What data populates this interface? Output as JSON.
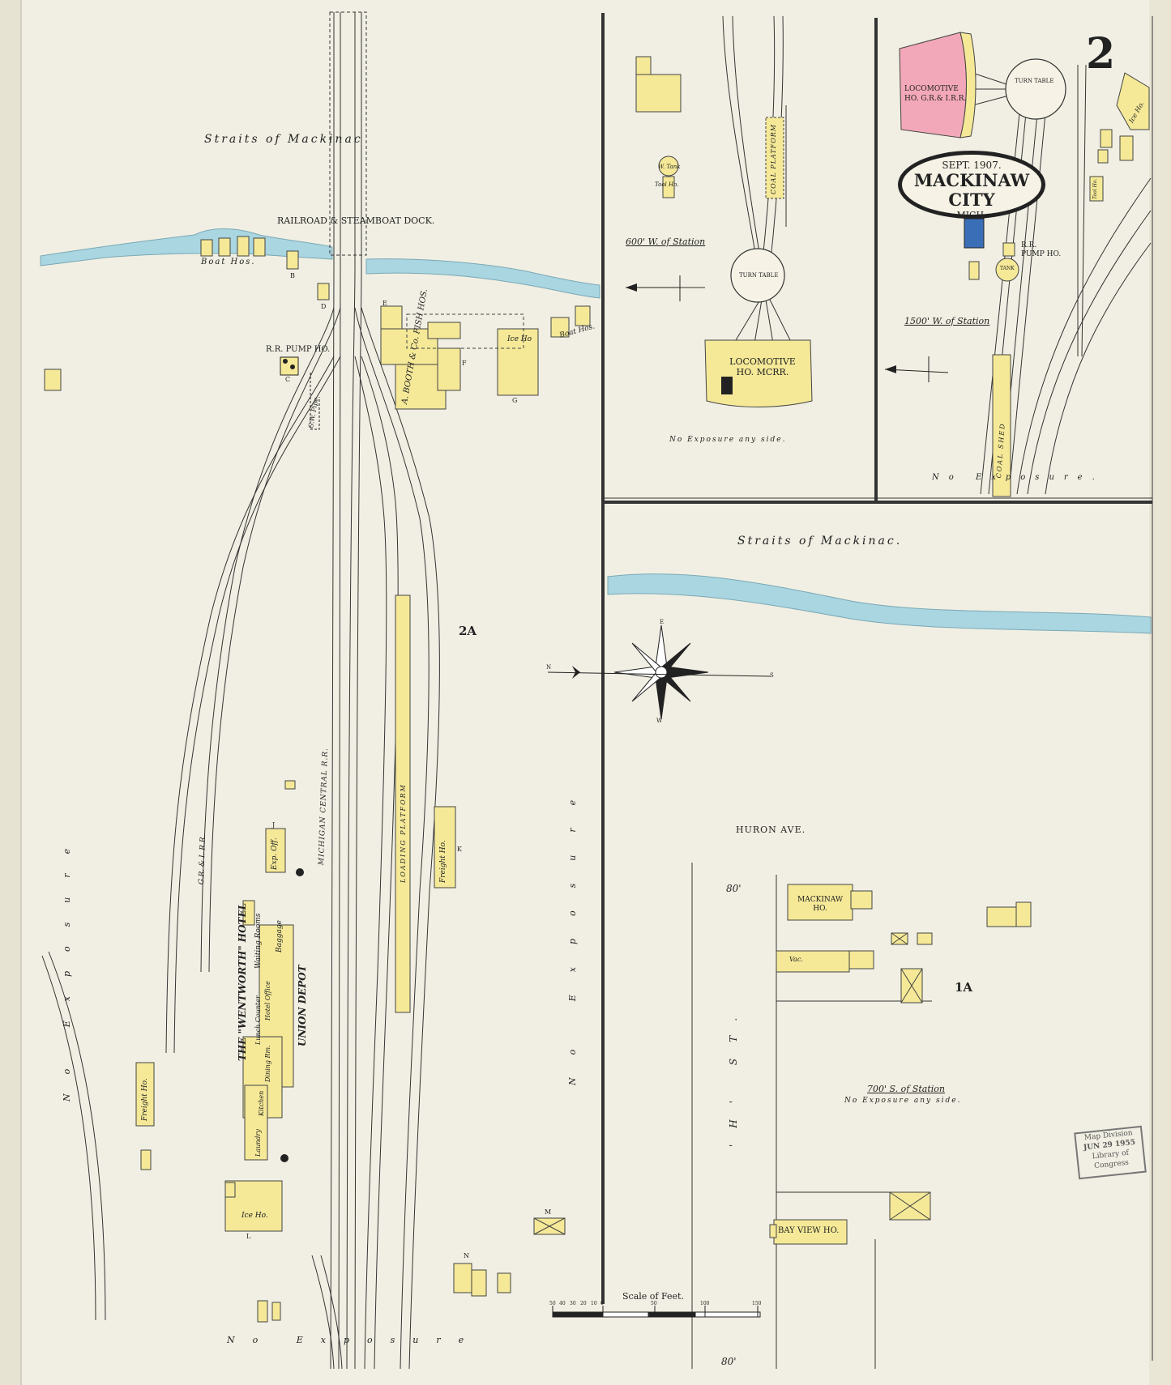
{
  "sheet": {
    "sheet_number": "2",
    "title_date": "SEPT. 1907.",
    "title_city": "MACKINAW CITY",
    "title_state": "MICH."
  },
  "water": {
    "straits_label_top": "Straits of Mackinac",
    "straits_label_bottom": "Straits of Mackinac.",
    "dock_label": "RAILROAD & STEAMBOAT DOCK."
  },
  "main_map": {
    "section_label": "2A",
    "boat_houses": "Boat Hos.",
    "boat_house_right": "Boat Hos.",
    "pump_house": "R.R. PUMP HO.",
    "gw_pipe": "G.W. Pipe",
    "booth_fish_houses": "A. BOOTH & Co. FISH HOS.",
    "ice_house_top": "Ice Ho",
    "gr_ir_label": "G.R. & I. R.R.",
    "michigan_central_label": "MICHIGAN CENTRAL R.R.",
    "loading_platform": "LOADING PLATFORM",
    "freight_house_right": "Freight Ho.",
    "freight_house_left": "Freight Ho.",
    "hotel_label": "THE \"WENTWORTH\" HOTEL",
    "union_depot": "UNION DEPOT",
    "exp_off": "Exp. Off.",
    "baggage": "Baggage",
    "waiting_rooms": "Waiting Rooms",
    "hotel_office": "Hotel Office",
    "lunch_counter": "Lunch Counter",
    "dining_room": "Dining Rm.",
    "kitchen": "Kitchen",
    "laundry": "Laundry",
    "ice_house_bottom": "Ice Ho.",
    "no_exposure_left": "No Exposure",
    "no_exposure_bottom": "No Exposure",
    "no_exposure_right": "No Exposure",
    "letters": [
      "B",
      "C",
      "D",
      "E",
      "F",
      "G",
      "J",
      "K",
      "L",
      "M",
      "N"
    ]
  },
  "inset_a": {
    "distance_label": "600' W. of Station",
    "tank_label": "W. Tank",
    "tool_house": "Tool Ho.",
    "coal_platform": "COAL PLATFORM",
    "turn_table": "TURN TABLE",
    "locomotive_house": "LOCOMOTIVE HO. MCRR.",
    "no_exposure": "No Exposure any side."
  },
  "inset_b": {
    "distance_label": "1500' W. of Station",
    "turn_table": "TURN TABLE",
    "locomotive_house": "LOCOMOTIVE HO. G.R.& I.R.R.",
    "pump_house": "R.R. PUMP HO.",
    "tank": "TANK",
    "ice_house": "Ice Ho.",
    "tool_house": "Tool Ho.",
    "coal_shed": "COAL SHED",
    "no_exposure": "No Exposure."
  },
  "section_1a": {
    "section_label": "1A",
    "street_huron": "HURON AVE.",
    "street_h": "'H' ST.",
    "width_80": "80'",
    "mackinaw_house": "MACKINAW HO.",
    "vac": "Vac.",
    "bay_view": "BAY VIEW HO.",
    "distance_label": "700' S. of Station",
    "no_exposure": "No Exposure any side."
  },
  "scale": {
    "label": "Scale of Feet.",
    "ticks": [
      "50",
      "40",
      "30",
      "20",
      "10",
      "0",
      "50",
      "100",
      "150"
    ]
  },
  "compass": {
    "n": "N",
    "e": "E",
    "s": "S",
    "w": "W"
  },
  "stamp": {
    "line1": "Map Division",
    "line2": "JUN 29 1955",
    "line3": "Library of Congress"
  },
  "colors": {
    "paper": "#f1efe3",
    "frame_building": "#f5e998",
    "brick_building": "#f2a8b8",
    "water": "#a9d6e0"
  }
}
